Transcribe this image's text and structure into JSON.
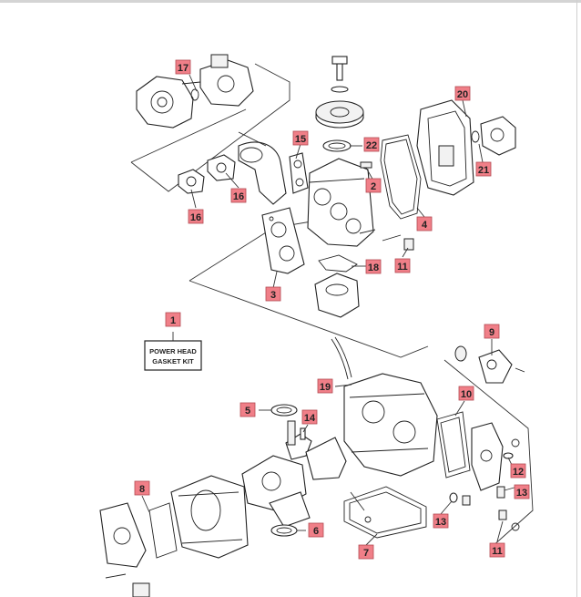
{
  "kit": {
    "line1": "POWER HEAD",
    "line2": "GASKET KIT"
  },
  "callouts": [
    "17",
    "15",
    "22",
    "2",
    "20",
    "21",
    "16",
    "16",
    "4",
    "3",
    "18",
    "11",
    "1",
    "9",
    "19",
    "10",
    "5",
    "14",
    "12",
    "13",
    "13",
    "8",
    "6",
    "7",
    "11"
  ],
  "colors": {
    "callout_fill": "#f07f88",
    "line": "#222222",
    "background": "#ffffff"
  }
}
